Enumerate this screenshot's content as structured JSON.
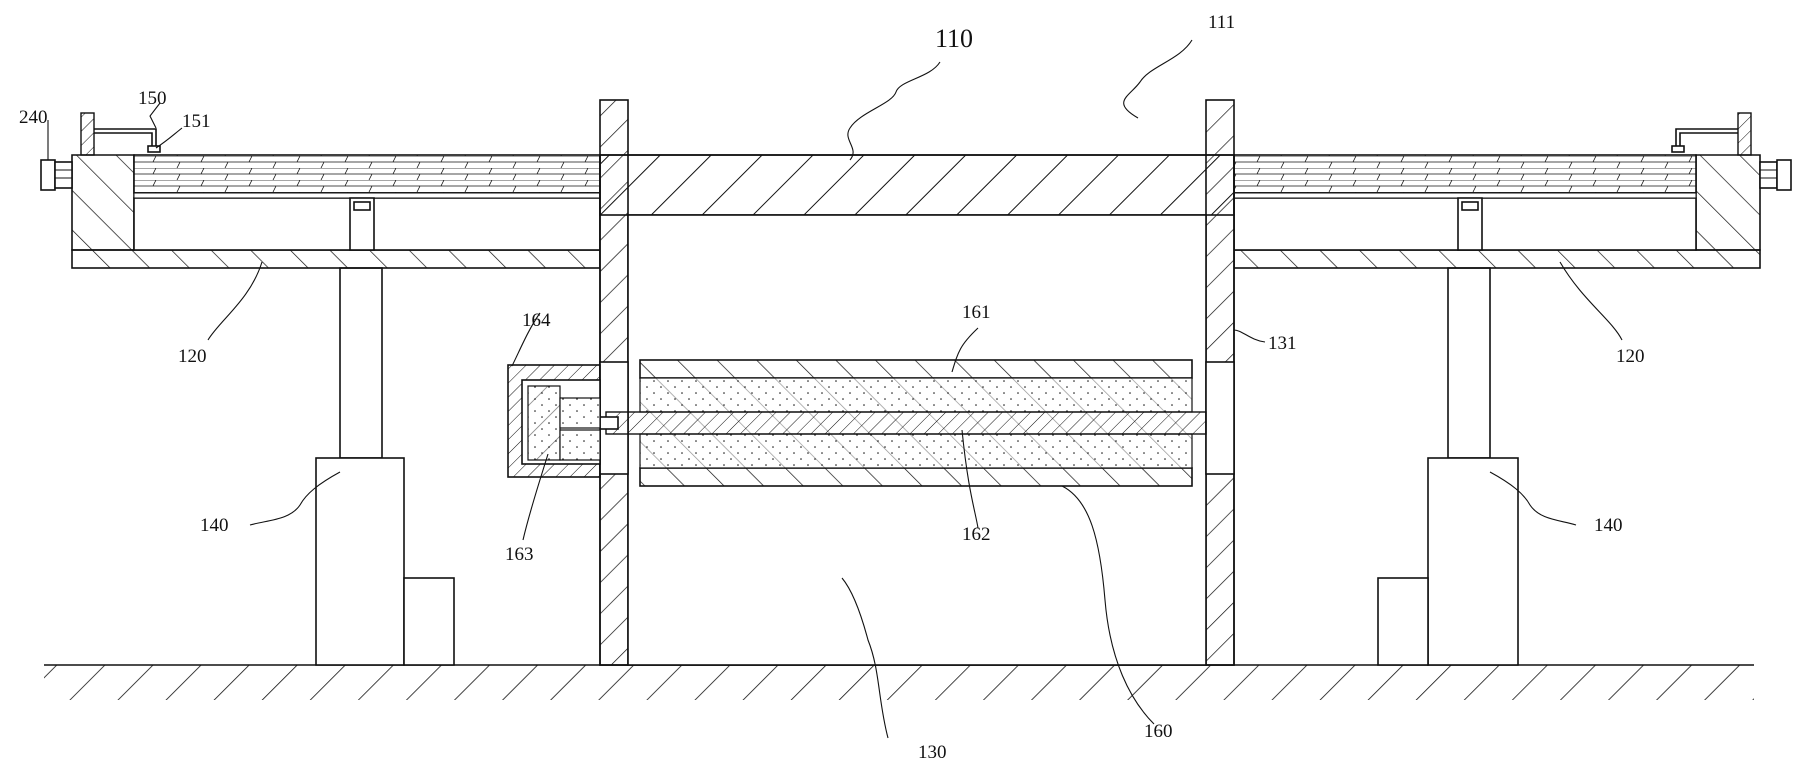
{
  "labels": {
    "l110": "110",
    "l111": "111",
    "l120": "120",
    "l130": "130",
    "l131": "131",
    "l140": "140",
    "l150": "150",
    "l151": "151",
    "l160": "160",
    "l161": "161",
    "l162": "162",
    "l163": "163",
    "l164": "164",
    "l240": "240"
  },
  "colors": {
    "line": "#111111",
    "background": "#ffffff"
  }
}
